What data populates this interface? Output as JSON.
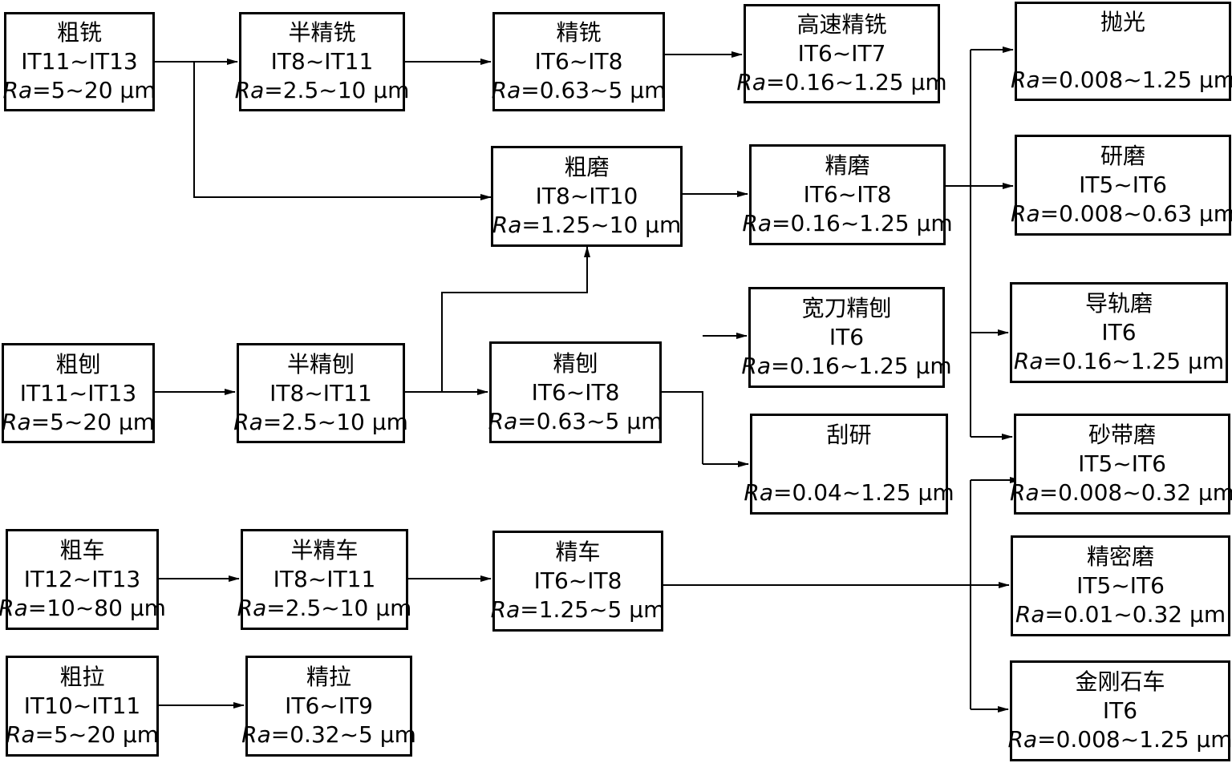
{
  "nodes": {
    "rough_mill": {
      "name": "粗铣",
      "it": "IT11~IT13",
      "ra_sym": "Ra",
      "ra_val": "=5~20 μm"
    },
    "semi_mill": {
      "name": "半精铣",
      "it": "IT8~IT11",
      "ra_sym": "Ra",
      "ra_val": "=2.5~10 μm"
    },
    "fine_mill": {
      "name": "精铣",
      "it": "IT6~IT8",
      "ra_sym": "Ra",
      "ra_val": "=0.63~5 μm"
    },
    "hs_fine_mill": {
      "name": "高速精铣",
      "it": "IT6~IT7",
      "ra_sym": "Ra",
      "ra_val": "=0.16~1.25 μm"
    },
    "polish": {
      "name": "抛光",
      "it": "",
      "ra_sym": "Ra",
      "ra_val": "=0.008~1.25 μm"
    },
    "rough_grind": {
      "name": "粗磨",
      "it": "IT8~IT10",
      "ra_sym": "Ra",
      "ra_val": "=1.25~10 μm"
    },
    "fine_grind": {
      "name": "精磨",
      "it": "IT6~IT8",
      "ra_sym": "Ra",
      "ra_val": "=0.16~1.25 μm"
    },
    "lapping": {
      "name": "研磨",
      "it": "IT5~IT6",
      "ra_sym": "Ra",
      "ra_val": "=0.008~0.63 μm"
    },
    "guide_grind": {
      "name": "导轨磨",
      "it": "IT6",
      "ra_sym": "Ra",
      "ra_val": "=0.16~1.25 μm"
    },
    "wide_blade_plane": {
      "name": "宽刀精刨",
      "it": "IT6",
      "ra_sym": "Ra",
      "ra_val": "=0.16~1.25 μm"
    },
    "scraping": {
      "name": "刮研",
      "it": "",
      "ra_sym": "Ra",
      "ra_val": "=0.04~1.25 μm"
    },
    "rough_plane": {
      "name": "粗刨",
      "it": "IT11~IT13",
      "ra_sym": "Ra",
      "ra_val": "=5~20 μm"
    },
    "semi_plane": {
      "name": "半精刨",
      "it": "IT8~IT11",
      "ra_sym": "Ra",
      "ra_val": "=2.5~10 μm"
    },
    "fine_plane": {
      "name": "精刨",
      "it": "IT6~IT8",
      "ra_sym": "Ra",
      "ra_val": "=0.63~5 μm"
    },
    "belt_grind": {
      "name": "砂带磨",
      "it": "IT5~IT6",
      "ra_sym": "Ra",
      "ra_val": "=0.008~0.32 μm"
    },
    "rough_turn": {
      "name": "粗车",
      "it": "IT12~IT13",
      "ra_sym": "Ra",
      "ra_val": "=10~80 μm"
    },
    "semi_turn": {
      "name": "半精车",
      "it": "IT8~IT11",
      "ra_sym": "Ra",
      "ra_val": "=2.5~10 μm"
    },
    "fine_turn": {
      "name": "精车",
      "it": "IT6~IT8",
      "ra_sym": "Ra",
      "ra_val": "=1.25~5 μm"
    },
    "precision_grind": {
      "name": "精密磨",
      "it": "IT5~IT6",
      "ra_sym": "Ra",
      "ra_val": "=0.01~0.32 μm"
    },
    "rough_broach": {
      "name": "粗拉",
      "it": "IT10~IT11",
      "ra_sym": "Ra",
      "ra_val": "=5~20 μm"
    },
    "fine_broach": {
      "name": "精拉",
      "it": "IT6~IT9",
      "ra_sym": "Ra",
      "ra_val": "=0.32~5 μm"
    },
    "diamond_turn": {
      "name": "金刚石车",
      "it": "IT6",
      "ra_sym": "Ra",
      "ra_val": "=0.008~1.25 μm"
    }
  }
}
